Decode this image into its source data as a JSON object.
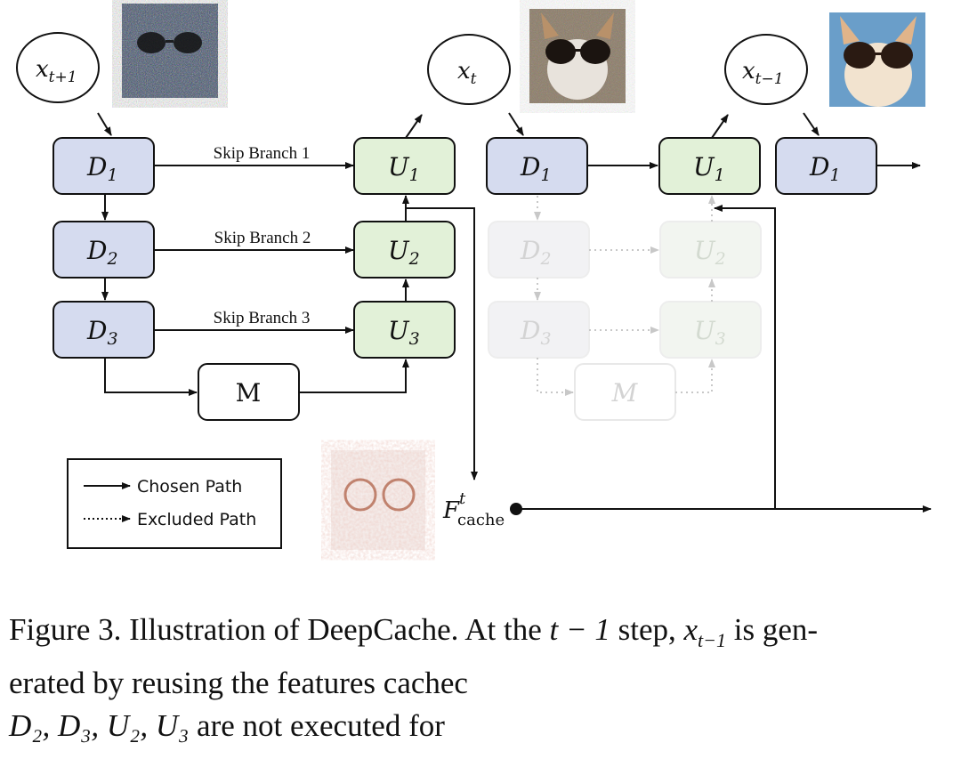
{
  "nodes": {
    "x_t_plus_1": {
      "base": "x",
      "sub": "t+1"
    },
    "x_t": {
      "base": "x",
      "sub": "t"
    },
    "x_t_minus_1": {
      "base": "x",
      "sub": "t−1"
    }
  },
  "blocks": {
    "d1": {
      "base": "D",
      "sub": "1"
    },
    "d2": {
      "base": "D",
      "sub": "2"
    },
    "d3": {
      "base": "D",
      "sub": "3"
    },
    "u1": {
      "base": "U",
      "sub": "1"
    },
    "u2": {
      "base": "U",
      "sub": "2"
    },
    "u3": {
      "base": "U",
      "sub": "3"
    },
    "m": "M",
    "m_excluded": "M"
  },
  "skip_branches": [
    "Skip Branch 1",
    "Skip Branch 2",
    "Skip Branch 3"
  ],
  "cache": {
    "base": "F",
    "sup": "t",
    "sub": "cache"
  },
  "legend": {
    "chosen": "Chosen Path",
    "excluded": "Excluded Path"
  },
  "caption": {
    "line1_a": "Figure 3. Illustration of DeepCache. At the ",
    "line1_math1": "t − 1",
    "line1_b": " step, ",
    "line1_math2_base": "x",
    "line1_math2_sub": "t−1",
    "line1_c": " is gen-",
    "line2": "erated by reusing the features cachec",
    "line3_math": "D₂, D₃, U₂, U₃",
    "line3_b": " are not executed for"
  },
  "colors": {
    "down_fill": "#d5dbef",
    "up_fill": "#e2f1d8",
    "excluded_fill": "#f3f5f3",
    "stroke": "#111111"
  }
}
